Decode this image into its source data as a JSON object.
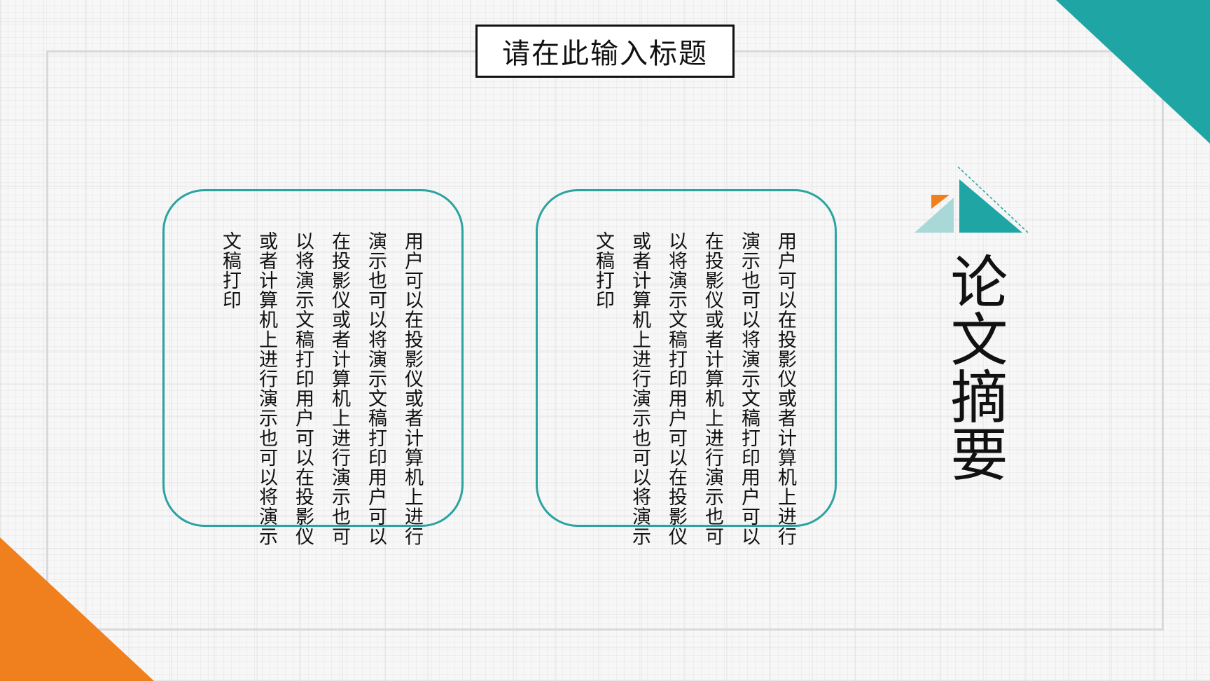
{
  "slide": {
    "title": "请在此输入标题",
    "section_title": "论文摘要",
    "card_1_text": "用户可以在投影仪或者计算机上进行演示也可以将演示文稿打印用户可以在投影仪或者计算机上进行演示也可以将演示文稿打印用户可以在投影仪或者计算机上进行演示也可以将演示文稿打印",
    "card_2_text": "用户可以在投影仪或者计算机上进行演示也可以将演示文稿打印用户可以在投影仪或者计算机上进行演示也可以将演示文稿打印用户可以在投影仪或者计算机上进行演示也可以将演示文稿打印"
  },
  "colors": {
    "teal": "#1ea5a4",
    "light_teal": "#a9d8d8",
    "orange": "#f07f1e",
    "frame_gray": "#d9d9d9",
    "text_dark": "#111111"
  },
  "icons": {
    "top_right_corner": "teal-triangle-icon",
    "bottom_left_corner": "orange-triangle-icon",
    "decoration": "triangles-cluster-icon"
  }
}
